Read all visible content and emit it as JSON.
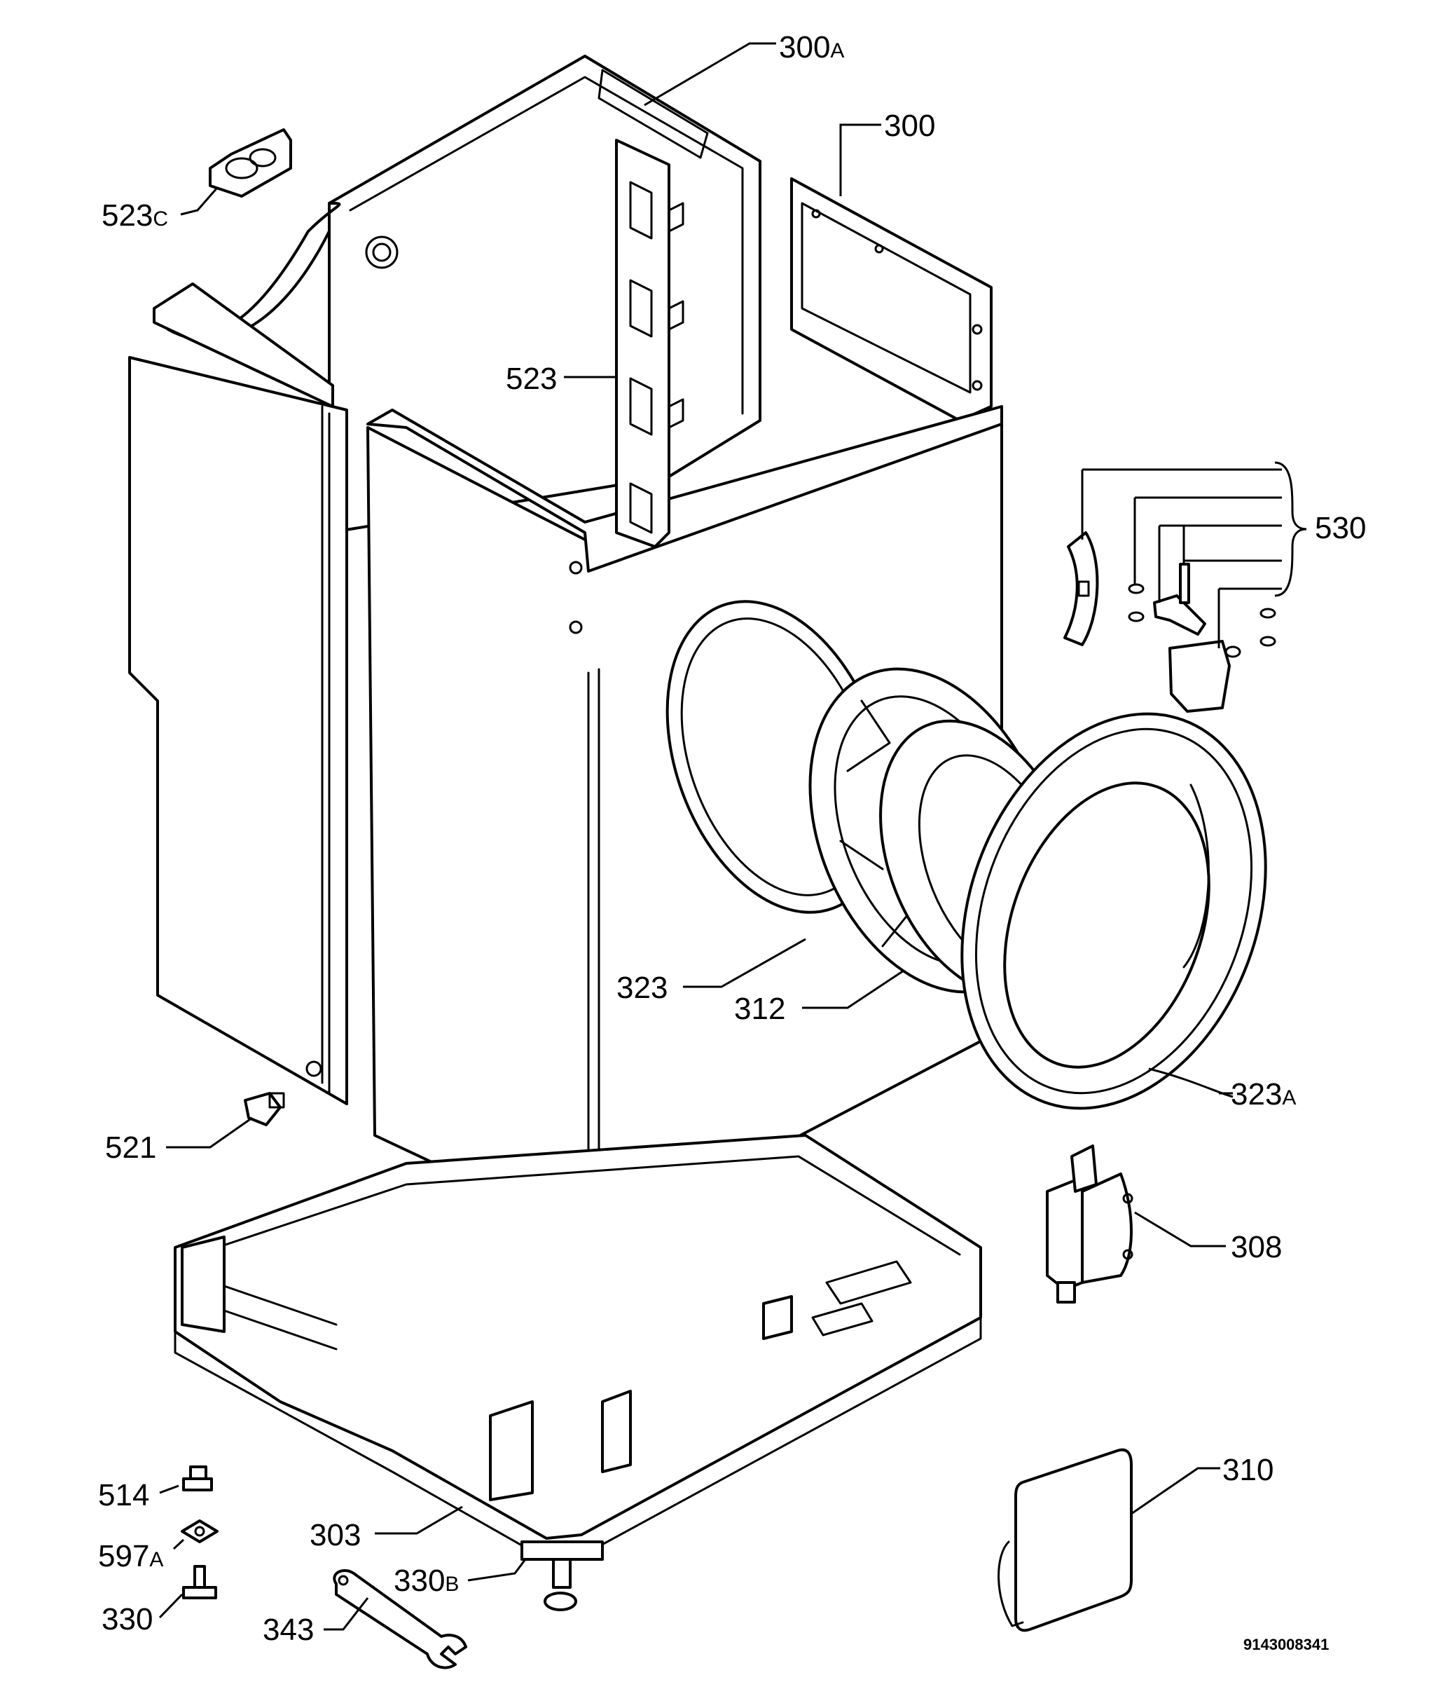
{
  "callouts": {
    "c300a": {
      "main": "300",
      "suffix": "A"
    },
    "c300": {
      "main": "300"
    },
    "c523c": {
      "main": "523",
      "suffix": "C"
    },
    "c523": {
      "main": "523"
    },
    "c530": {
      "main": "530"
    },
    "c323": {
      "main": "323"
    },
    "c312": {
      "main": "312"
    },
    "c323a": {
      "main": "323",
      "suffix": "A"
    },
    "c521": {
      "main": "521"
    },
    "c308": {
      "main": "308"
    },
    "c310": {
      "main": "310"
    },
    "c514": {
      "main": "514"
    },
    "c597a": {
      "main": "597",
      "suffix": "A"
    },
    "c303": {
      "main": "303"
    },
    "c330b": {
      "main": "330",
      "suffix": "B"
    },
    "c330": {
      "main": "330"
    },
    "c343": {
      "main": "343"
    }
  },
  "document_number": "9143008341"
}
